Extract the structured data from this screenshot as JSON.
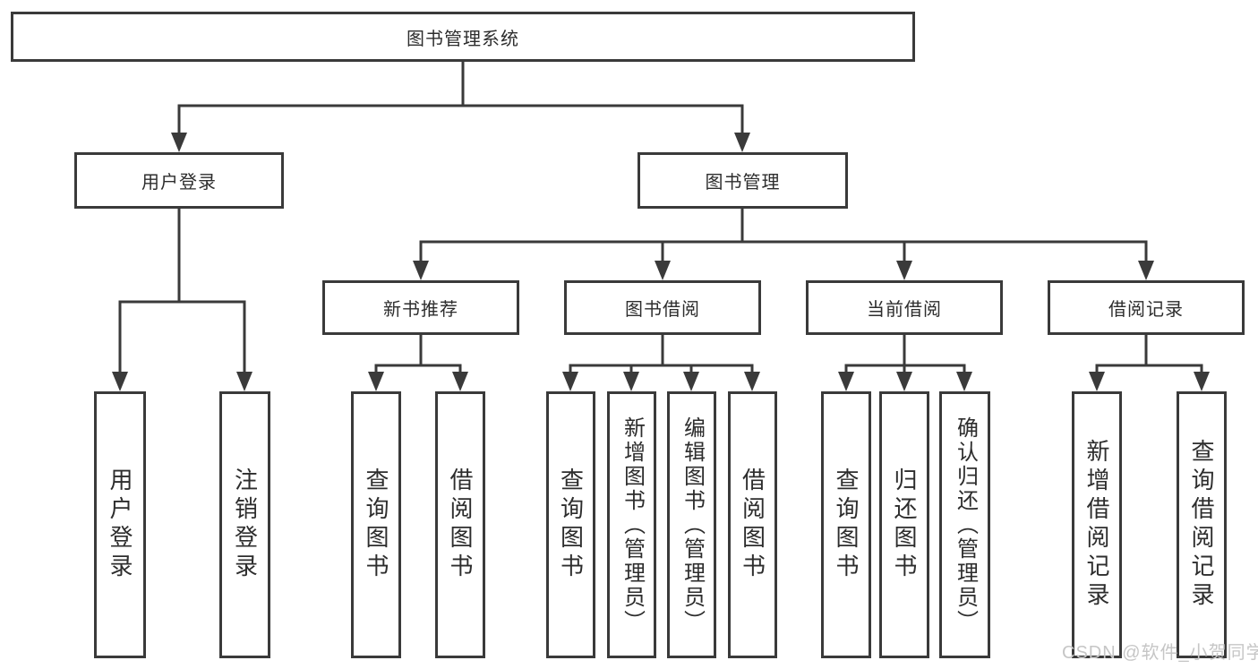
{
  "diagram": {
    "root": {
      "label": "图书管理系统"
    },
    "level2": [
      {
        "label": "用户登录"
      },
      {
        "label": "图书管理"
      }
    ],
    "level3": [
      {
        "label": "新书推荐",
        "parent": "图书管理"
      },
      {
        "label": "图书借阅",
        "parent": "图书管理"
      },
      {
        "label": "当前借阅",
        "parent": "图书管理"
      },
      {
        "label": "借阅记录",
        "parent": "图书管理"
      }
    ],
    "leaves": [
      {
        "label": "用户登录",
        "parent": "用户登录"
      },
      {
        "label": "注销登录",
        "parent": "用户登录"
      },
      {
        "label": "查询图书",
        "parent": "新书推荐"
      },
      {
        "label": "借阅图书",
        "parent": "新书推荐"
      },
      {
        "label": "查询图书",
        "parent": "图书借阅"
      },
      {
        "label": "新增图书（管理员）",
        "parent": "图书借阅"
      },
      {
        "label": "编辑图书（管理员）",
        "parent": "图书借阅"
      },
      {
        "label": "借阅图书",
        "parent": "图书借阅"
      },
      {
        "label": "查询图书",
        "parent": "当前借阅"
      },
      {
        "label": "归还图书",
        "parent": "当前借阅"
      },
      {
        "label": "确认归还（管理员）",
        "parent": "当前借阅"
      },
      {
        "label": "新增借阅记录",
        "parent": "借阅记录"
      },
      {
        "label": "查询借阅记录",
        "parent": "借阅记录"
      }
    ]
  },
  "watermark": {
    "text": "CSDN @软件_小贺同学"
  },
  "colors": {
    "line": "#3a3a3a",
    "text": "#2d2d2d",
    "background": "#ffffff",
    "watermark": "#c6c6c6"
  }
}
